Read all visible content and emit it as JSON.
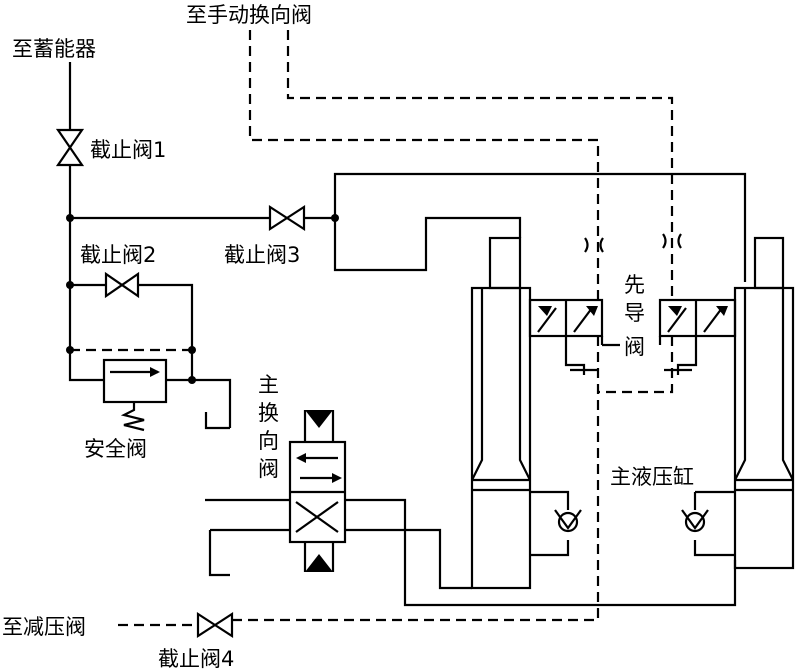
{
  "labels": {
    "accumulator": "至蓄能器",
    "manual_valve": "至手动换向阀",
    "stop_valve_1": "截止阀1",
    "stop_valve_2": "截止阀2",
    "stop_valve_3": "截止阀3",
    "stop_valve_4": "截止阀4",
    "safety_valve": "安全阀",
    "main_reversing_valve": [
      "主",
      "换",
      "向",
      "阀"
    ],
    "pilot_valve": [
      "先",
      "导",
      "阀"
    ],
    "main_cylinder": "主液压缸",
    "pressure_reducing": "至减压阀"
  }
}
